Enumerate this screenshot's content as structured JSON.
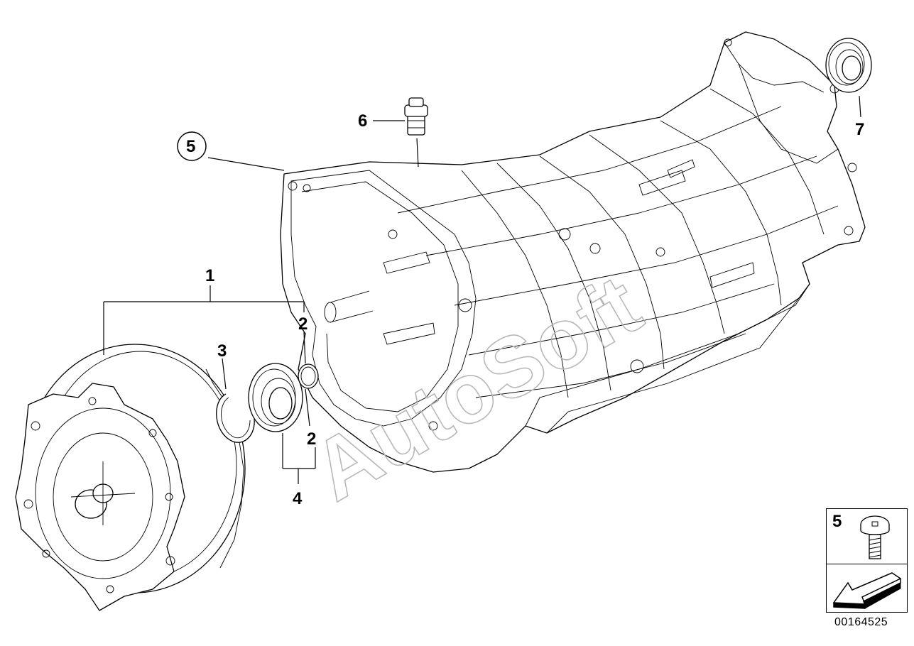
{
  "watermark": "AutoSoft",
  "callouts": {
    "c1": "1",
    "c2a": "2",
    "c2b": "2",
    "c3": "3",
    "c4": "4",
    "c5": "5",
    "c6": "6",
    "c7": "7"
  },
  "legend": {
    "part_number": "5"
  },
  "drawing_id": "00164525"
}
